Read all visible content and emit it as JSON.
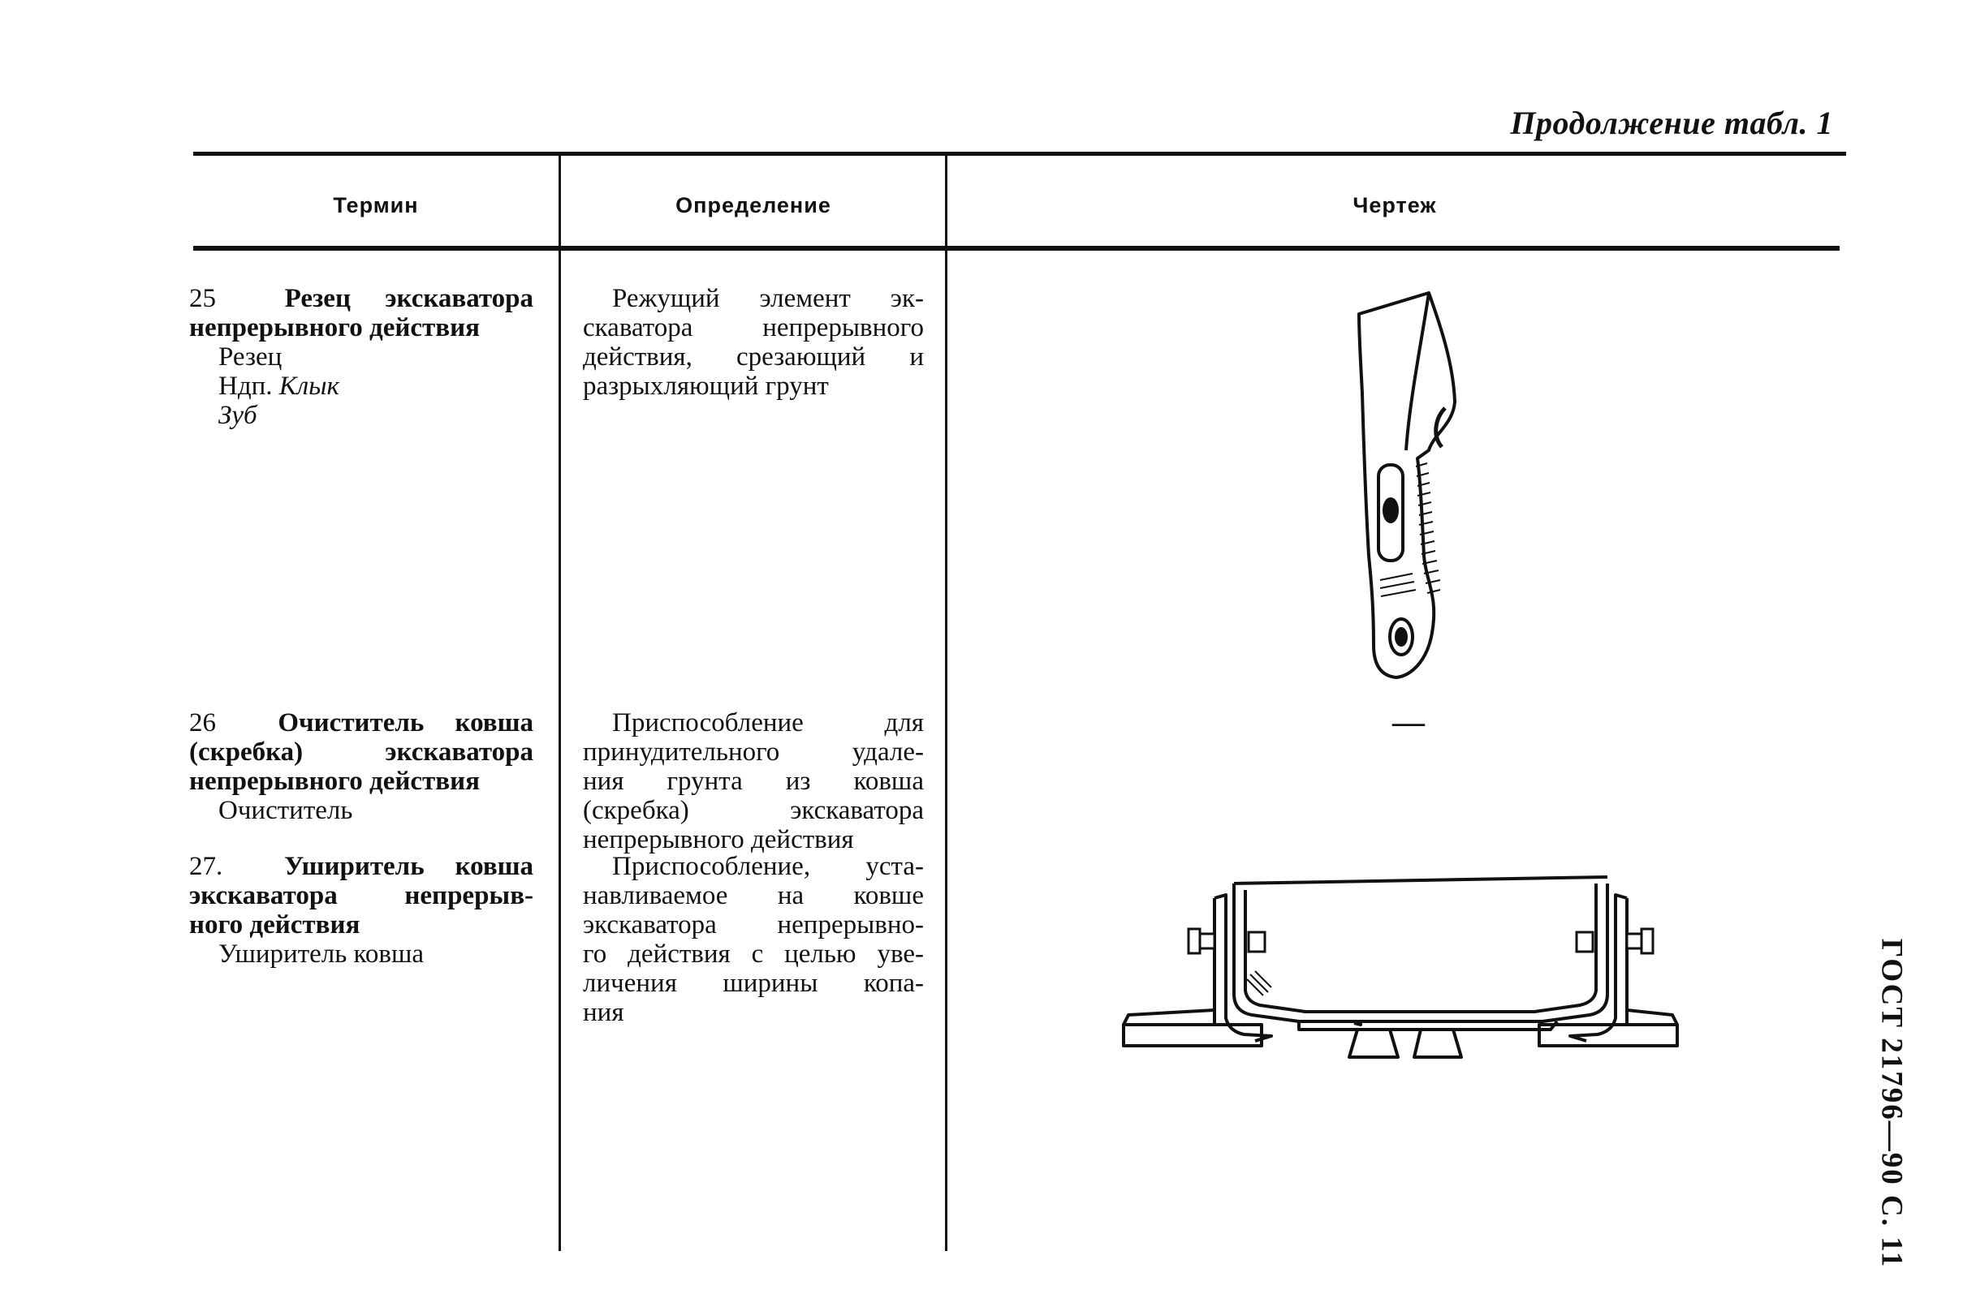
{
  "page": {
    "continuation": "Продолжение табл. 1",
    "side_label": "ГОСТ 21796—90 С. 11"
  },
  "columns": {
    "term": "Термин",
    "definition": "Определение",
    "drawing": "Чертеж"
  },
  "entries": [
    {
      "number": "25",
      "term_lines": [
        "Резец экскаватора",
        "непрерывного действия"
      ],
      "short_term": "Резец",
      "ndp_prefix": "Ндп.",
      "ndp_terms": [
        "Клык",
        "Зуб"
      ],
      "definition_lines": [
        "Режущий элемент эк-",
        "скаватора непрерывного",
        "действия, срезающий и",
        "разрыхляющий грунт"
      ],
      "drawing": "cutter-drawing"
    },
    {
      "number": "26",
      "term_lines": [
        "Очиститель ковша",
        "(скребка) экскаватора",
        "непрерывного действия"
      ],
      "short_term": "Очиститель",
      "definition_lines": [
        "Приспособление для",
        "принудительного удале-",
        "ния грунта из ковша",
        "(скребка) экскаватора",
        "непрерывного действия"
      ],
      "drawing_text": "—"
    },
    {
      "number": "27.",
      "term_lines": [
        "Уширитель ковша",
        "экскаватора непрерыв-",
        "ного действия"
      ],
      "short_term": "Уширитель ковша",
      "definition_lines": [
        "Приспособление, уста-",
        "навливаемое на ковше",
        "экскаватора непрерывно-",
        "го действия с целью уве-",
        "личения ширины копа-",
        "ния"
      ],
      "drawing": "bucket-widener-drawing"
    }
  ]
}
